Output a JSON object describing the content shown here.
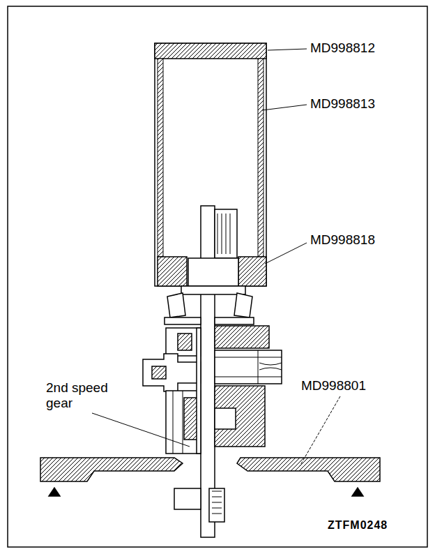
{
  "diagram": {
    "labels": [
      "MD998812",
      "MD998813",
      "MD998818",
      "2nd speed gear",
      "MD998801",
      "ZTFM0248"
    ]
  }
}
